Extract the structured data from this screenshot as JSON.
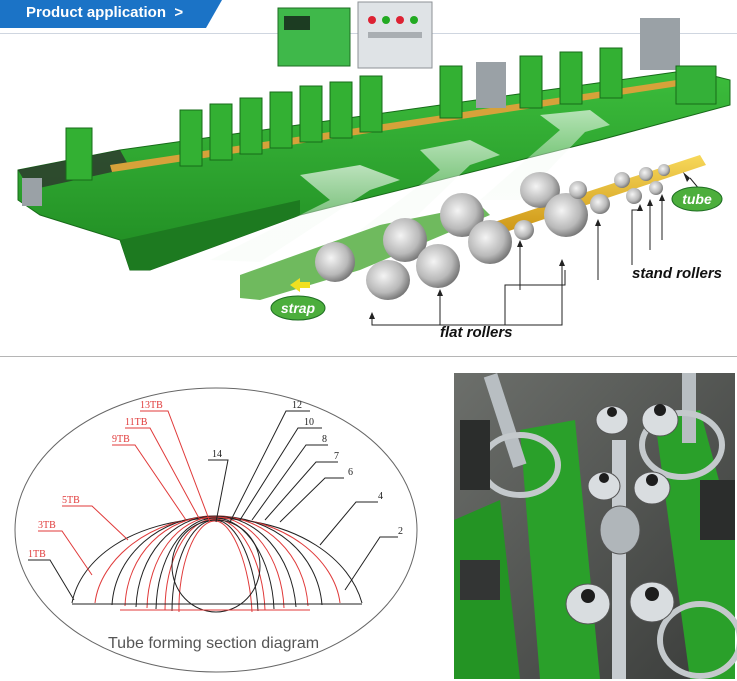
{
  "header": {
    "title": "Product application",
    "chevron": ">"
  },
  "colors": {
    "header_blue": "#1b73c6",
    "machine_green": "#2aa02a",
    "label_green": "#4cae3c",
    "tube_yellow": "#e8b81e",
    "curve_red": "#e03a3a",
    "curve_black": "#222222"
  },
  "machine_labels": {
    "strap": "strap",
    "tube": "tube",
    "stand_rollers": "stand rollers",
    "flat_rollers": "flat rollers"
  },
  "section_diagram": {
    "caption": "Tube forming section diagram",
    "labels_left": [
      "13TB",
      "11TB",
      "9TB",
      "5TB",
      "3TB",
      "1TB"
    ],
    "label_center": "14",
    "labels_right": [
      "12",
      "10",
      "8",
      "7",
      "6",
      "4",
      "2"
    ]
  },
  "photo": {
    "subject": "close-up-of-forming-roller-stands"
  }
}
